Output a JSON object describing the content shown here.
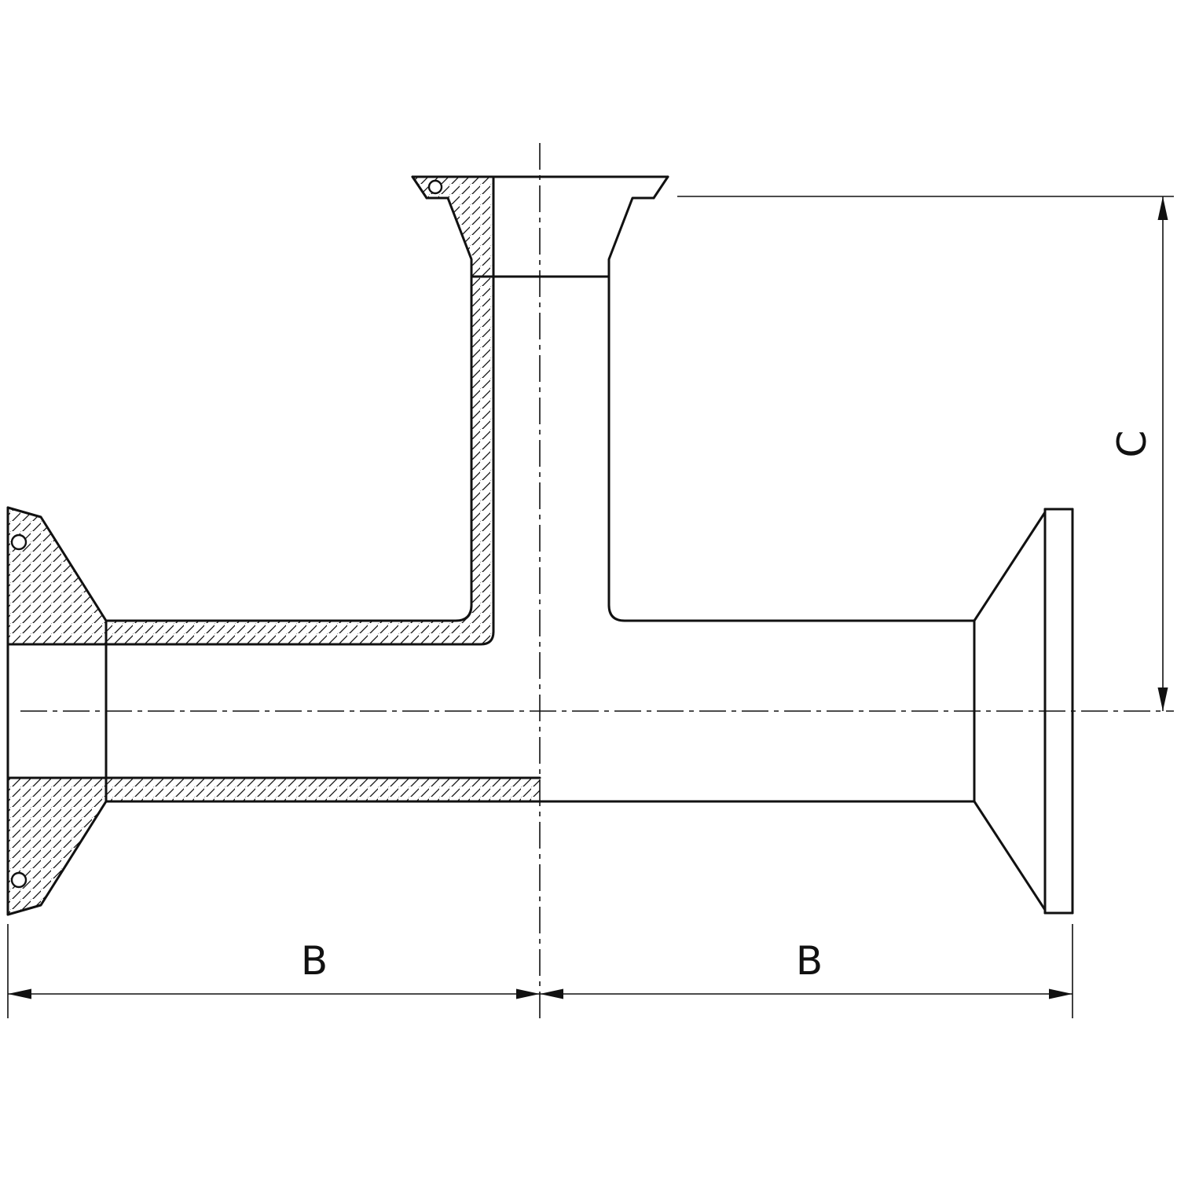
{
  "drawing": {
    "labels": {
      "dim_b_left": "B",
      "dim_b_right": "B",
      "dim_c": "C"
    },
    "colors": {
      "line": "#111111",
      "background": "#ffffff"
    }
  }
}
